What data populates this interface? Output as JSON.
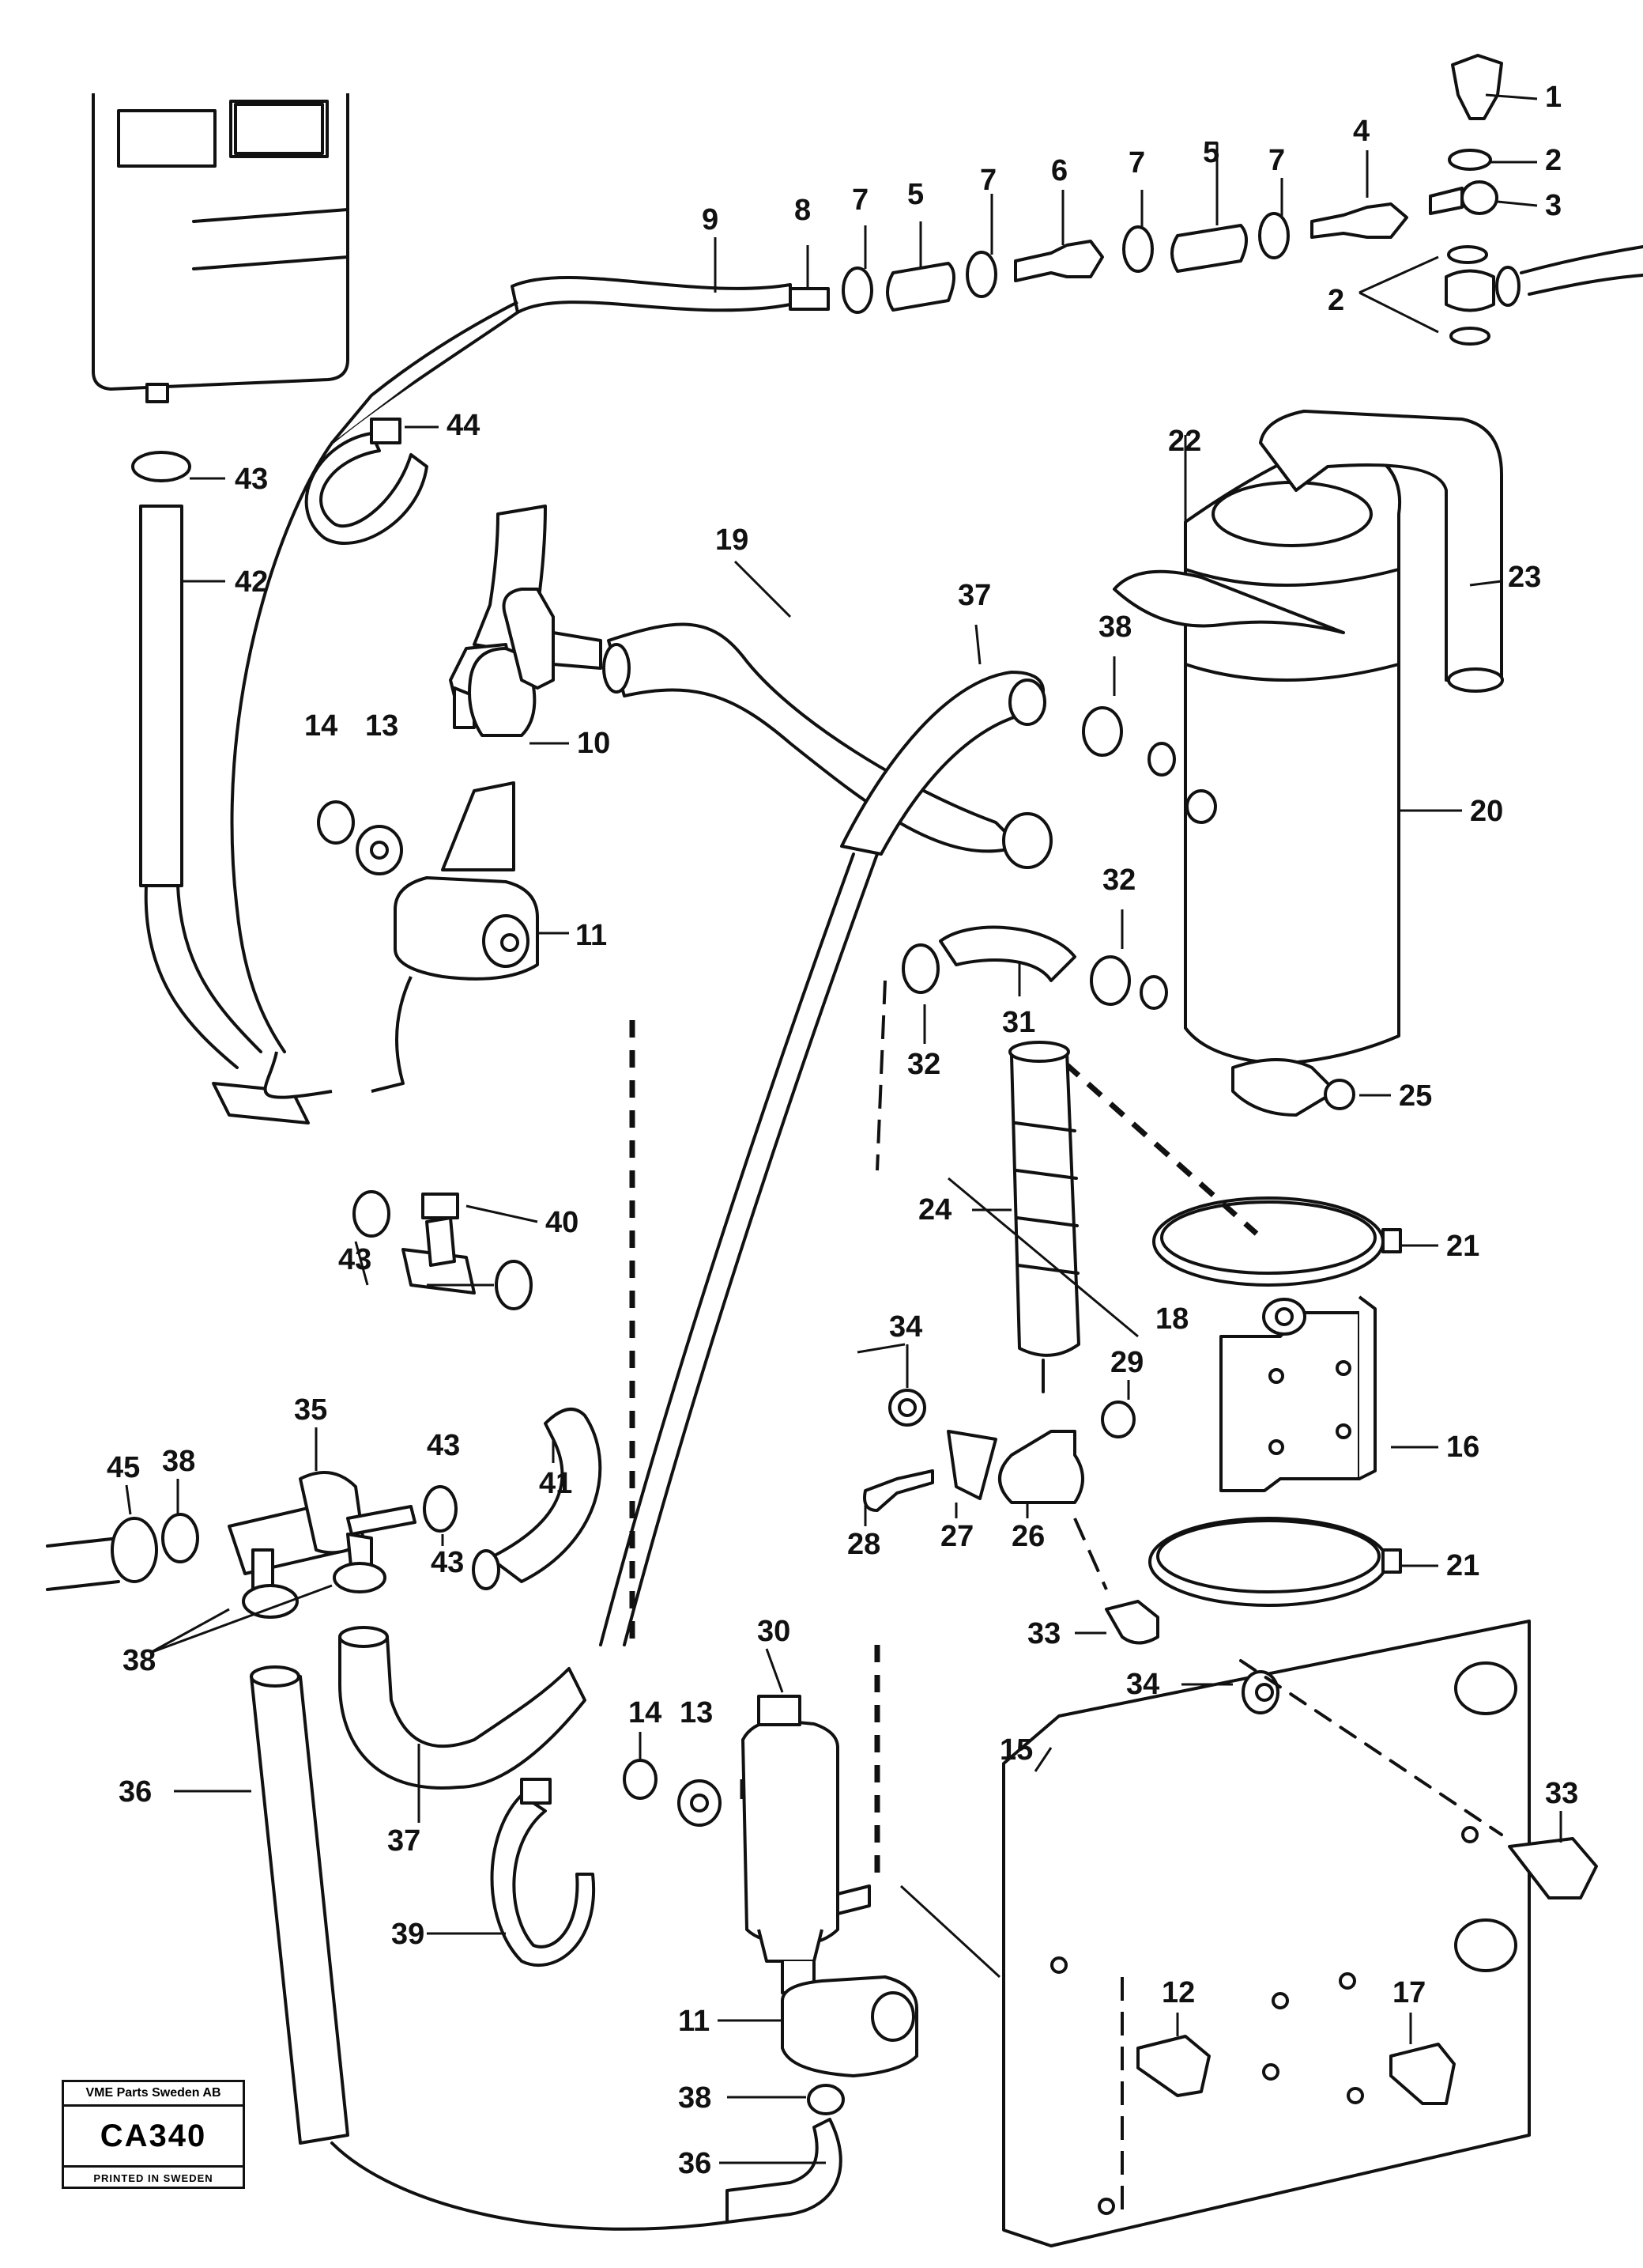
{
  "stamp": {
    "company": "VME Parts Sweden AB",
    "code": "CA340",
    "printed": "PRINTED IN SWEDEN"
  },
  "callouts": {
    "c1": "1",
    "c2a": "2",
    "c2b": "2",
    "c3": "3",
    "c4": "4",
    "c5a": "5",
    "c5b": "5",
    "c6": "6",
    "c7a": "7",
    "c7b": "7",
    "c7c": "7",
    "c7d": "7",
    "c8": "8",
    "c9": "9",
    "c10": "10",
    "c11a": "11",
    "c11b": "11",
    "c12": "12",
    "c13a": "13",
    "c13b": "13",
    "c14a": "14",
    "c14b": "14",
    "c15": "15",
    "c16": "16",
    "c17": "17",
    "c18": "18",
    "c19": "19",
    "c20": "20",
    "c21a": "21",
    "c21b": "21",
    "c22": "22",
    "c23": "23",
    "c24": "24",
    "c25": "25",
    "c26": "26",
    "c27": "27",
    "c28": "28",
    "c29": "29",
    "c30": "30",
    "c31": "31",
    "c32a": "32",
    "c32b": "32",
    "c33a": "33",
    "c33b": "33",
    "c34a": "34",
    "c34b": "34",
    "c35": "35",
    "c36a": "36",
    "c36b": "36",
    "c37a": "37",
    "c37b": "37",
    "c38a": "38",
    "c38b": "38",
    "c38c": "38",
    "c38d": "38",
    "c39": "39",
    "c40": "40",
    "c41": "41",
    "c42": "42",
    "c43a": "43",
    "c43b": "43",
    "c43c": "43",
    "c44": "44",
    "c45": "45"
  }
}
